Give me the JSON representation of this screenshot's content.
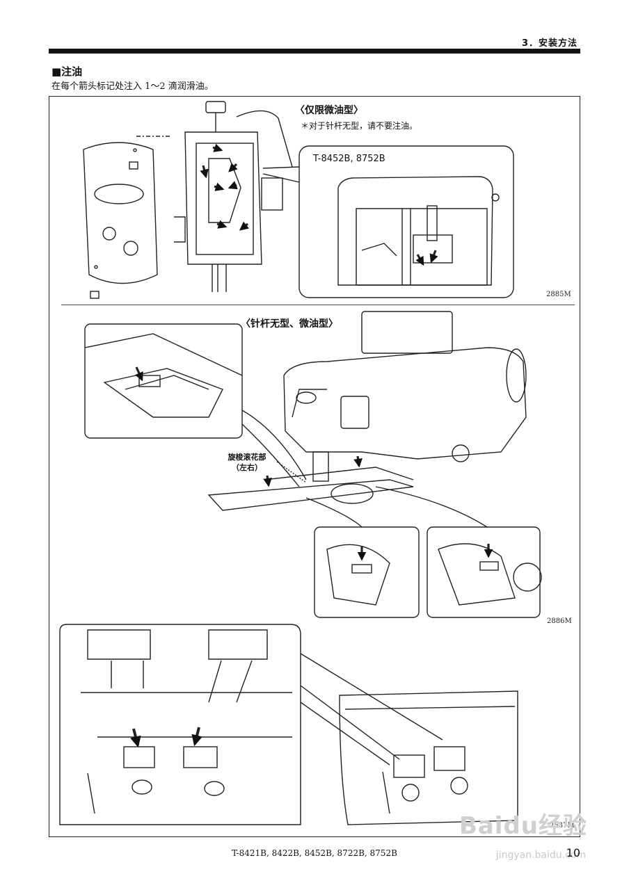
{
  "header": {
    "section": "3．安装方法"
  },
  "section": {
    "title": "■注油",
    "description": "在每个箭头标记处注入 1～2 滴润滑油。"
  },
  "panel_top": {
    "title": "〈仅限微油型〉",
    "note": "＊对于针杆无型，请不要注油。",
    "inset_title": "T-8452B, 8752B",
    "code": "2885M"
  },
  "panel_middle": {
    "title": "〈针杆无型、微油型〉",
    "part_label": "旋梭滚花部",
    "part_sub": "（左右）",
    "code": "2886M"
  },
  "panel_bottom": {
    "code": "2537M"
  },
  "footer": {
    "models": "T-8421B, 8422B, 8452B, 8722B, 8752B",
    "page": "10"
  },
  "watermark": {
    "brand": "Baidu经验",
    "url": "jingyan.baidu.com"
  }
}
